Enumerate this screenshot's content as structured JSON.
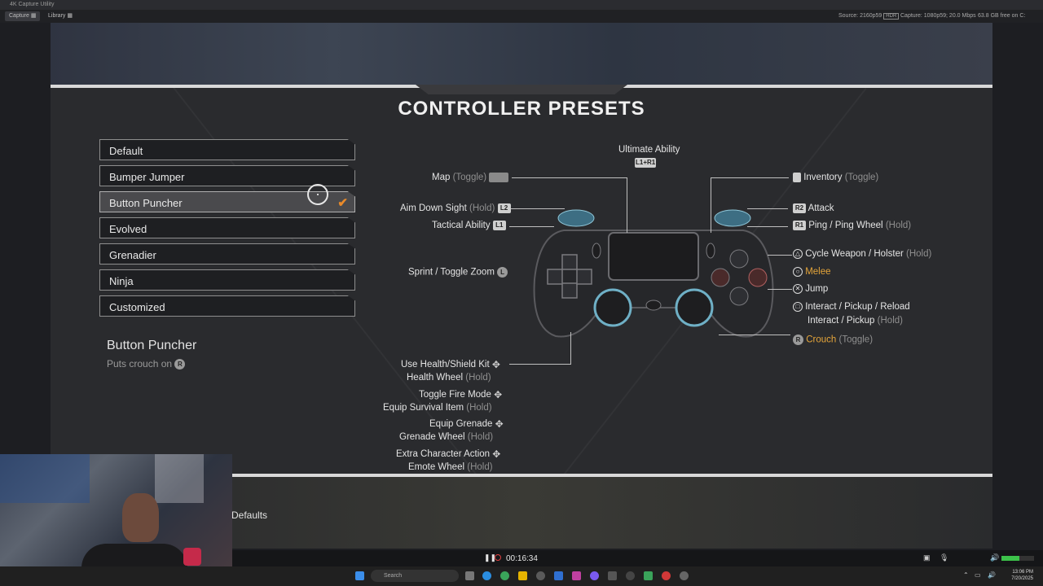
{
  "window": {
    "title": "4K Capture Utility",
    "tabs": [
      {
        "label": "Capture"
      },
      {
        "label": "Library"
      }
    ],
    "source": "Source: 2160p59",
    "source_badge": "HDR",
    "capture": "Capture: 1080p59; 20.0 Mbps",
    "storage": "63.8 GB free on C:"
  },
  "screen": {
    "title": "CONTROLLER PRESETS",
    "presets": [
      {
        "label": "Default"
      },
      {
        "label": "Bumper Jumper"
      },
      {
        "label": "Button Puncher",
        "selected": true
      },
      {
        "label": "Evolved"
      },
      {
        "label": "Grenadier"
      },
      {
        "label": "Ninja"
      },
      {
        "label": "Customized"
      }
    ],
    "selected_check": "✔",
    "description": {
      "title": "Button Puncher",
      "text": "Puts crouch on",
      "button": "R"
    },
    "labels": {
      "ultimate": "Ultimate Ability",
      "ultimate_badge": "L1+R1",
      "map": "Map",
      "map_hint": "(Toggle)",
      "ads": "Aim Down Sight",
      "ads_hint": "(Hold)",
      "ads_badge": "L2",
      "tactical": "Tactical Ability",
      "tactical_badge": "L1",
      "sprint": "Sprint / Toggle Zoom",
      "sprint_badge": "L",
      "health": "Use Health/Shield Kit",
      "health2": "Health Wheel",
      "health2_hint": "(Hold)",
      "fire": "Toggle Fire Mode",
      "survival": "Equip Survival Item",
      "survival_hint": "(Hold)",
      "grenade": "Equip Grenade",
      "grenade2": "Grenade Wheel",
      "grenade2_hint": "(Hold)",
      "extra": "Extra Character Action",
      "emote": "Emote Wheel",
      "emote_hint": "(Hold)",
      "inventory": "Inventory",
      "inventory_hint": "(Toggle)",
      "attack": "Attack",
      "attack_badge": "R2",
      "ping": "Ping / Ping Wheel",
      "ping_hint": "(Hold)",
      "ping_badge": "R1",
      "cycle": "Cycle Weapon / Holster",
      "cycle_hint": "(Hold)",
      "melee": "Melee",
      "jump": "Jump",
      "interact": "Interact / Pickup / Reload",
      "interact2": "Interact / Pickup",
      "interact2_hint": "(Hold)",
      "crouch": "Crouch",
      "crouch_hint": "(Toggle)",
      "crouch_badge": "R"
    },
    "footer_label": "Defaults"
  },
  "recording": {
    "time": "00:16:34",
    "volume_level": 0.55
  },
  "taskbar": {
    "search_placeholder": "Search",
    "time": "13:06 PM",
    "date": "7/20/2025"
  },
  "colors": {
    "accent_orange": "#e5a53a",
    "check_orange": "#e98a2a"
  }
}
